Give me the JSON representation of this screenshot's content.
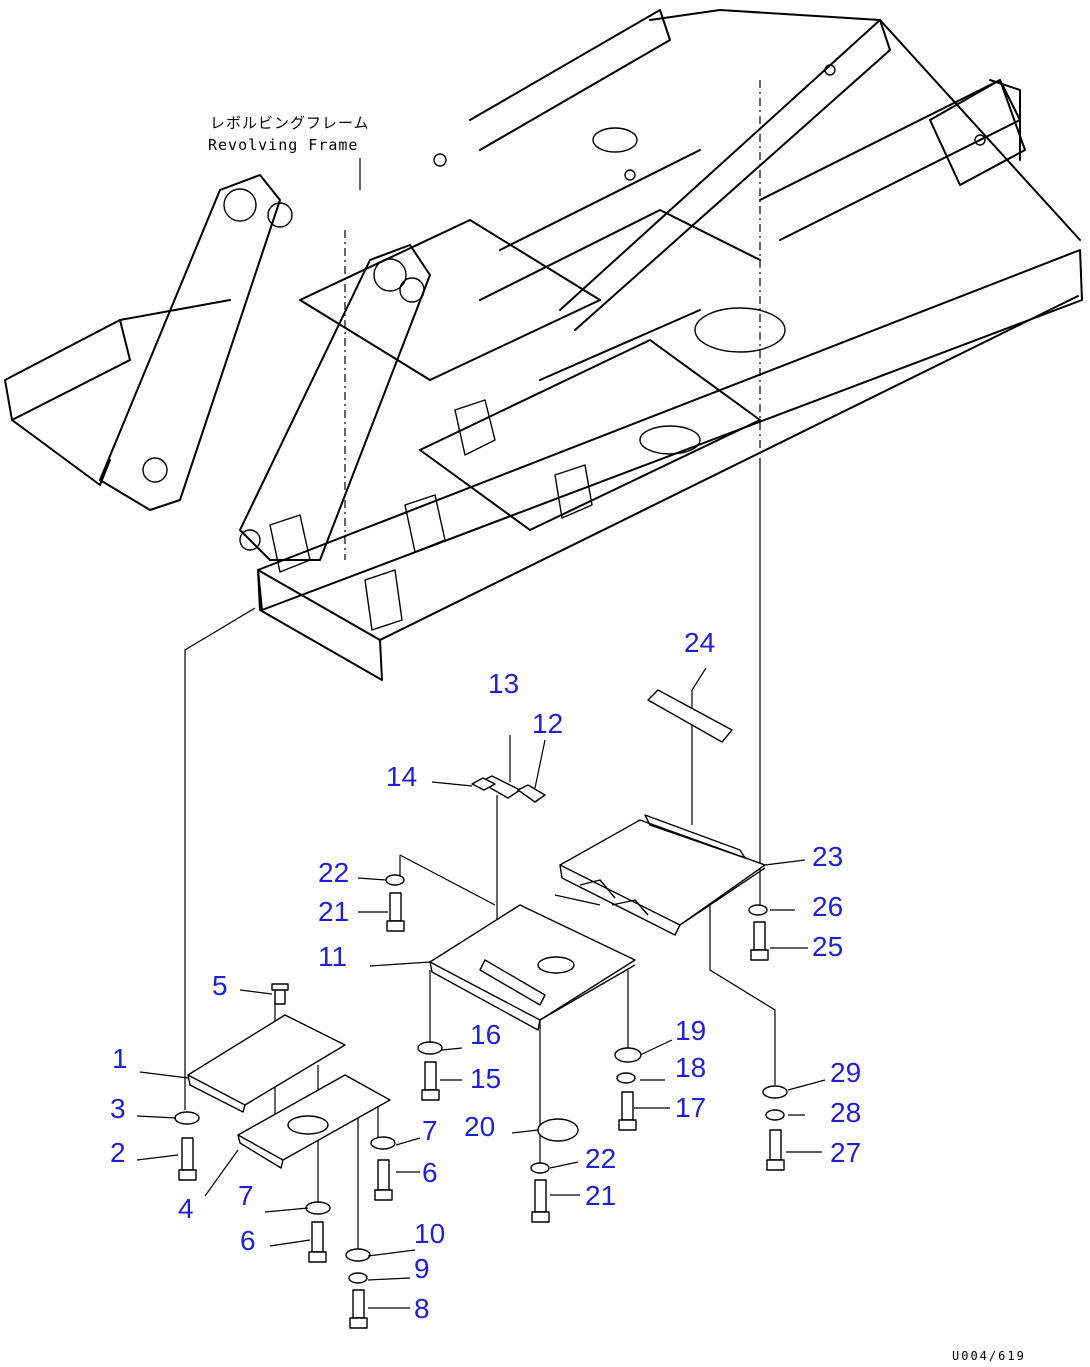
{
  "frame_label_jp": "レボルビングフレーム",
  "frame_label_en": "Revolving Frame",
  "drawing_code": "U004/619",
  "accent_color": "#1f1fd6",
  "callouts": [
    "1",
    "2",
    "3",
    "4",
    "5",
    "6",
    "6",
    "7",
    "7",
    "8",
    "9",
    "10",
    "11",
    "12",
    "13",
    "14",
    "15",
    "16",
    "17",
    "18",
    "19",
    "20",
    "21",
    "21",
    "22",
    "22",
    "23",
    "24",
    "25",
    "26",
    "27",
    "28",
    "29"
  ]
}
